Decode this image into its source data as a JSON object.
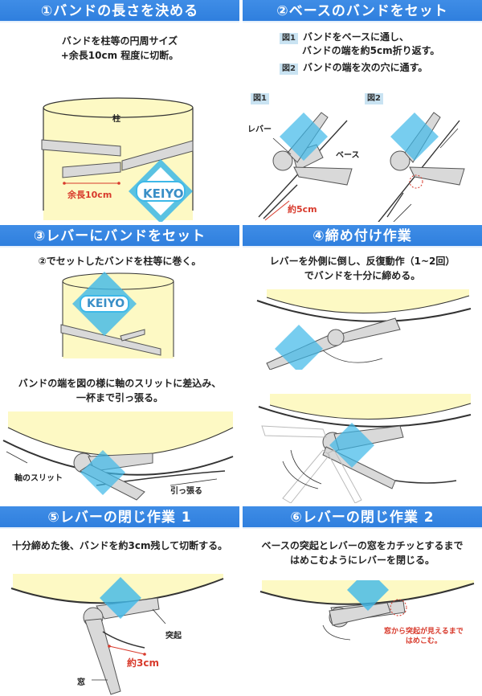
{
  "colors": {
    "header_bg": "#3584e4",
    "header_text": "#ffffff",
    "pillar_fill": "#fdf9c4",
    "band_fill": "#d9d9d9",
    "measure_red": "#d83a2c",
    "keiyo_blue": "#3db8e8",
    "fig_tag_bg": "#c9e3f2"
  },
  "watermark": {
    "text": "KEIYO"
  },
  "steps": [
    {
      "id": 1,
      "title": "①バンドの長さを決める",
      "description": [
        "バンドを柱等の円周サイズ",
        "+余長10cm 程度に切断。"
      ],
      "labels": {
        "pillar": "柱",
        "extra_length": "余長10cm"
      }
    },
    {
      "id": 2,
      "title": "②ベースのバンドをセット",
      "instructions": [
        {
          "tag": "図1",
          "lines": [
            "バンドをベースに通し、",
            "バンドの端を約5cm折り返す。"
          ]
        },
        {
          "tag": "図2",
          "lines": [
            "バンドの端を次の穴に通す。"
          ]
        }
      ],
      "figures": [
        {
          "tag": "図1",
          "labels": {
            "lever": "レバー",
            "base": "ベース",
            "fold": "約5cm"
          }
        },
        {
          "tag": "図2"
        }
      ]
    },
    {
      "id": 3,
      "title": "③レバーにバンドをセット",
      "description": [
        "②でセットしたバンドを柱等に巻く。"
      ],
      "description2": [
        "バンドの端を図の様に軸のスリットに差込み、",
        "一杯まで引っ張る。"
      ],
      "labels": {
        "slit": "軸のスリット",
        "pull": "引っ張る"
      }
    },
    {
      "id": 4,
      "title": "④締め付け作業",
      "description": [
        "レバーを外側に倒し、反復動作（1~2回）",
        "でバンドを十分に締める。"
      ]
    },
    {
      "id": 5,
      "title": "⑤レバーの閉じ作業 1",
      "description": [
        "十分締めた後、バンドを約3cm残して切断する。"
      ],
      "labels": {
        "protrusion": "突起",
        "cut_length": "約3cm",
        "window": "窓"
      }
    },
    {
      "id": 6,
      "title": "⑥レバーの閉じ作業 2",
      "description": [
        "ベースの突起とレバーの窓をカチッとするまで",
        "はめこむようにレバーを閉じる。"
      ],
      "labels": {
        "note": [
          "窓から突起が見えるまで",
          "はめこむ。"
        ]
      }
    }
  ]
}
